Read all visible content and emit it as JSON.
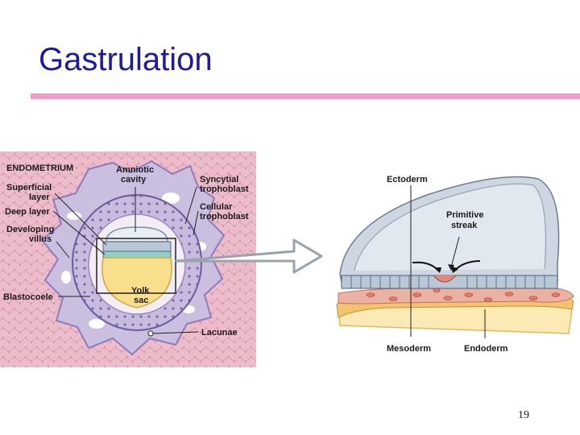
{
  "slide": {
    "title": "Gastrulation",
    "page_number": "19"
  },
  "left_panel": {
    "labels": {
      "endometrium": "ENDOMETRIUM",
      "superficial_layer_1": "Superficial",
      "superficial_layer_2": "layer",
      "deep_layer": "Deep layer",
      "developing_villus_1": "Developing",
      "developing_villus_2": "villus",
      "blastocoele": "Blastocoele",
      "amniotic_cavity_1": "Amniotic",
      "amniotic_cavity_2": "cavity",
      "syncytial_trophoblast_1": "Syncytial",
      "syncytial_trophoblast_2": "trophoblast",
      "cellular_trophoblast_1": "Cellular",
      "cellular_trophoblast_2": "trophoblast",
      "yolk_sac_1": "Yolk",
      "yolk_sac_2": "sac",
      "lacunae": "Lacunae"
    },
    "colors": {
      "endometrium": "#ecbccb",
      "trophoblast": "#c3b5da",
      "cellular_trophoblast": "#8c7cb6",
      "yolk_sac": "#f9df8c",
      "ectoderm": "#b9c8d6"
    }
  },
  "right_panel": {
    "labels": {
      "ectoderm": "Ectoderm",
      "primitive_streak_1": "Primitive",
      "primitive_streak_2": "streak",
      "mesoderm": "Mesoderm",
      "endoderm": "Endoderm"
    },
    "colors": {
      "amnion": "#cdd6e1",
      "mesoderm": "#e8a08c",
      "endoderm": "#f2c46e",
      "yolk": "#fbeab4"
    }
  }
}
